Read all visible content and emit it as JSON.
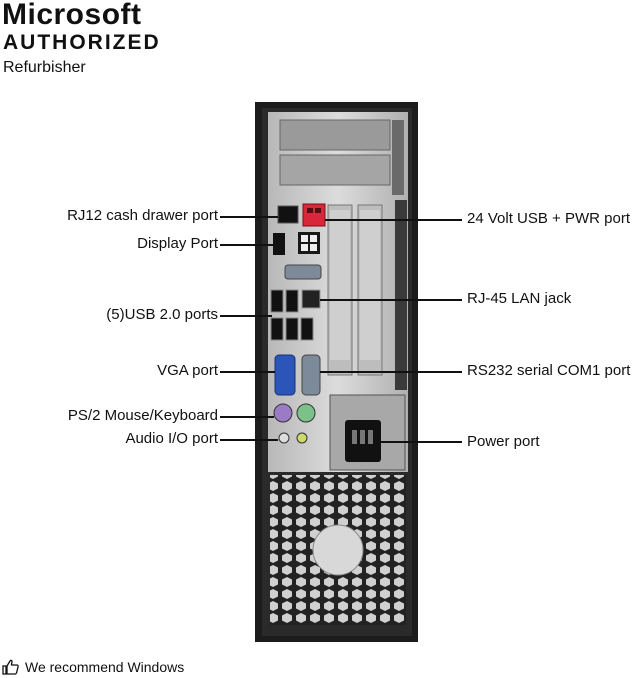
{
  "badge": {
    "brand": "Microsoft",
    "authorized": "AUTHORIZED",
    "subtitle": "Refurbisher"
  },
  "callouts_left": [
    {
      "id": "rj12",
      "label": "RJ12 cash drawer port"
    },
    {
      "id": "displayport",
      "label": "Display Port"
    },
    {
      "id": "usb20",
      "label": "(5)USB 2.0 ports"
    },
    {
      "id": "vga",
      "label": "VGA port"
    },
    {
      "id": "ps2",
      "label": "PS/2 Mouse/Keyboard"
    },
    {
      "id": "audio",
      "label": "Audio I/O port"
    }
  ],
  "callouts_right": [
    {
      "id": "usbpwr",
      "label": "24 Volt USB + PWR port"
    },
    {
      "id": "rj45",
      "label": "RJ-45 LAN jack"
    },
    {
      "id": "rs232",
      "label": "RS232 serial  COM1 port"
    },
    {
      "id": "power",
      "label": "Power port"
    }
  ],
  "footer": {
    "text": "We recommend Windows",
    "icon": "thumbs-up-icon"
  },
  "colors": {
    "chassis": "#1e1e1e",
    "panel": "#c9c9c9",
    "usb_power_port": "#d8263a",
    "vga_port": "#2b55b8",
    "ps2_mouse": "#7cc08a",
    "ps2_keyboard": "#9b7bc6"
  }
}
